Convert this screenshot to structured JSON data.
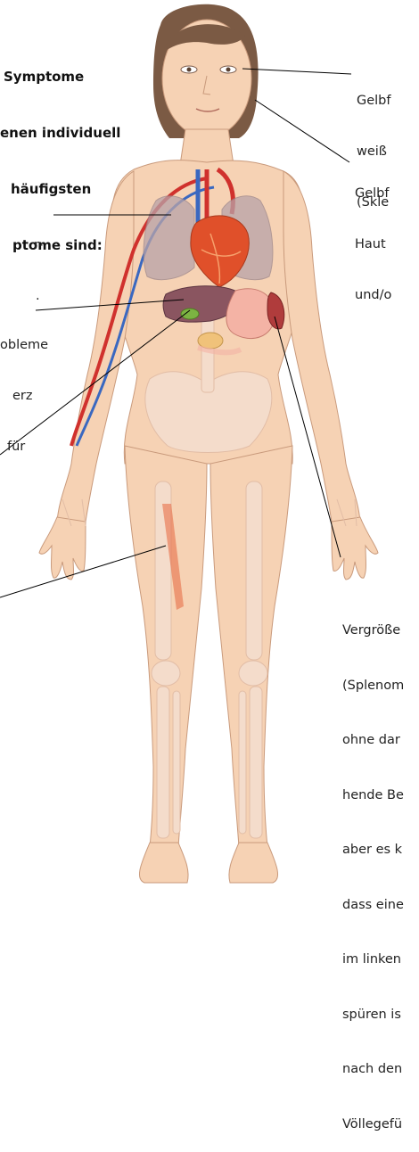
{
  "title_lines": [
    "Symptome",
    "enen individuell",
    "häufigsten",
    "ptome sind:"
  ],
  "callouts": {
    "eyes_yellow": [
      "Gelbf",
      "weiß",
      "(Skle"
    ],
    "skin_yellow": [
      "Gelbf",
      "Haut",
      "und/o"
    ],
    "lung_fragment": [
      "r-",
      "."
    ],
    "liver_fragment": [
      "obleme",
      "erz",
      "für"
    ],
    "spleen": [
      "Vergröße",
      "(Splenom",
      "ohne dar",
      "hende Be",
      "aber es k",
      "dass eine",
      "im linken",
      "spüren is",
      "nach den",
      "Völlegefü"
    ]
  },
  "colors": {
    "skin": "#f6d2b4",
    "skin_outline": "#c99a7c",
    "bone": "#f4dccb",
    "lung": "#b8a3a8",
    "heart": "#e0502a",
    "liver": "#8a5560",
    "stomach": "#f4b3a5",
    "spleen": "#b03c3c",
    "gallbladder": "#7cb342",
    "artery": "#d0312d",
    "vein": "#3a68c0",
    "hair": "#7b5a44",
    "leader_line": "#000000"
  }
}
